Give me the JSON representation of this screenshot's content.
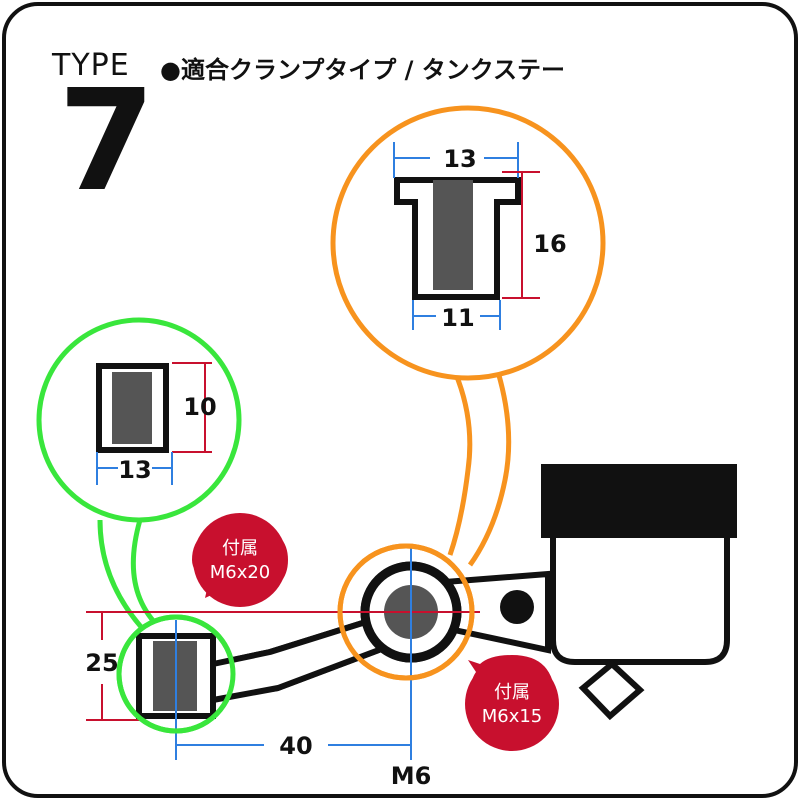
{
  "header": {
    "type_label": "TYPE",
    "type_number": "7",
    "title": "●適合クランプタイプ / タンクステー"
  },
  "detail_orange": {
    "width_top": "13",
    "height": "16",
    "width_bottom": "11"
  },
  "detail_green": {
    "height": "10",
    "width": "13"
  },
  "dimensions": {
    "vertical": "25",
    "horizontal": "40",
    "bolt": "M6"
  },
  "badges": {
    "badge1_line1": "付属",
    "badge1_line2": "M6x20",
    "badge2_line1": "付属",
    "badge2_line2": "M6x15"
  },
  "colors": {
    "orange": "#f7931e",
    "green": "#39e63c",
    "red_dim": "#c8102e",
    "blue_dim": "#2f7fe0",
    "badge": "#c8102e",
    "collar": "#555555"
  }
}
